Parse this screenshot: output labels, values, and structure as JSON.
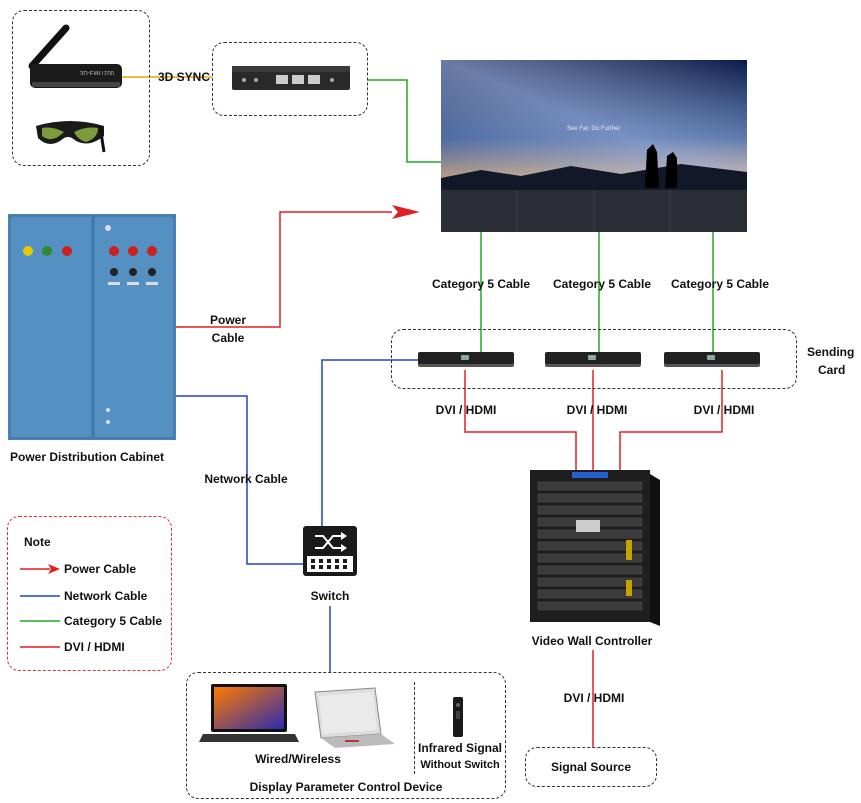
{
  "labels": {
    "sync": "3D SYNC",
    "cat5": "Category 5 Cable",
    "sending_card_1": "Sending",
    "sending_card_2": "Card",
    "dvi": "DVI / HDMI",
    "power_cable_1": "Power",
    "power_cable_2": "Cable",
    "network_cable": "Network Cable",
    "cabinet": "Power Distribution Cabinet",
    "switch": "Switch",
    "controller": "Video Wall Controller",
    "wired_wireless": "Wired/Wireless",
    "infrared_1": "Infrared Signal",
    "infrared_2": "Without Switch",
    "control_device": "Display Parameter Control Device",
    "signal_source": "Signal Source",
    "screen_text": "See Far, Go Further",
    "emitter_text": "3D-EMIT100"
  },
  "note": {
    "title": "Note",
    "items": [
      {
        "label": "Power Cable",
        "color": "#e02020",
        "style": "arrow"
      },
      {
        "label": "Network Cable",
        "color": "#2244cc",
        "style": "line"
      },
      {
        "label": "Category 5 Cable",
        "color": "#22aa22",
        "style": "line"
      },
      {
        "label": "DVI / HDMI",
        "color": "#e02020",
        "style": "line"
      }
    ]
  },
  "colors": {
    "power": "#e02020",
    "network": "#2244cc",
    "cat5": "#22aa22",
    "dvi": "#e02020",
    "sync": "#e8a800"
  },
  "icons": [
    "switch-icon",
    "laptop-icon",
    "tablet-icon",
    "remote-icon",
    "3d-glasses-icon",
    "emitter-icon",
    "sync-box-icon",
    "server-rack-icon",
    "cabinet-icon"
  ]
}
